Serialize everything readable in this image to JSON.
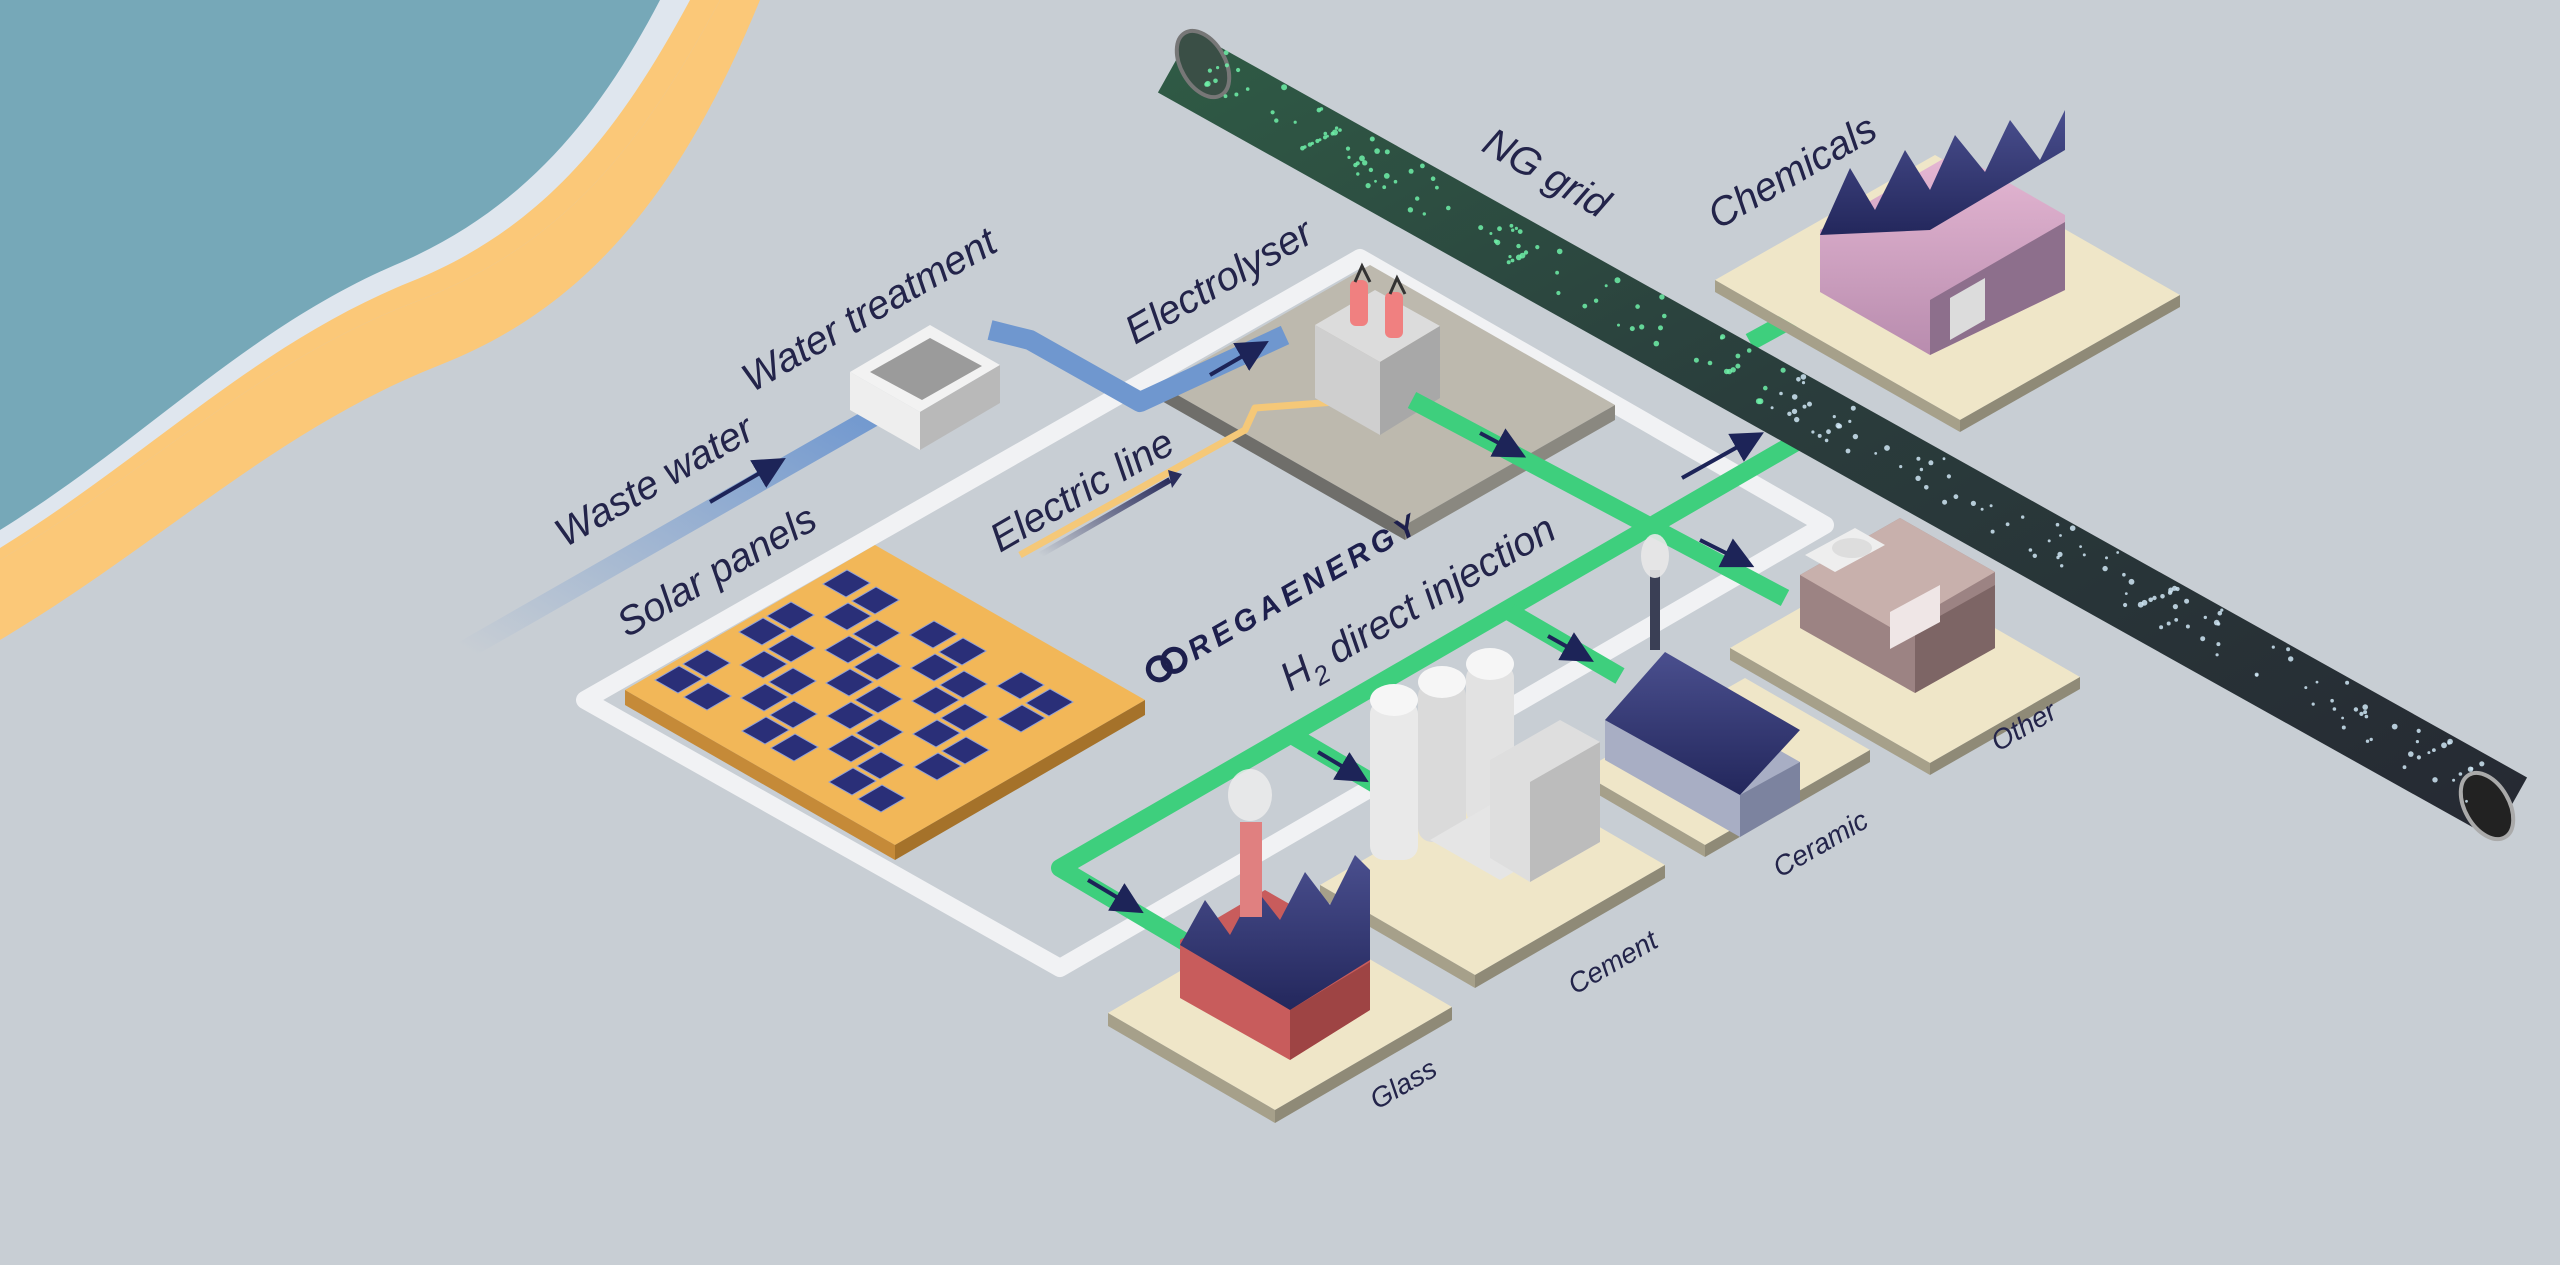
{
  "labels": {
    "waste_water": "Waste water",
    "water_treatment": "Water treatment",
    "electrolyser": "Electrolyser",
    "electric_line": "Electric line",
    "solar_panels": "Solar panels",
    "ng_grid": "NG grid",
    "chemicals": "Chemicals",
    "h2_prefix": "H",
    "h2_subscript": "2",
    "h2_suffix": " direct injection",
    "glass": "Glass",
    "cement": "Cement",
    "ceramic": "Ceramic",
    "other": "Other"
  },
  "logo": {
    "text": "REGAENERGY"
  },
  "colors": {
    "background": "#c8ced4",
    "sea": "#76a8b8",
    "sand": "#fbc878",
    "water_pipe": "#6f97cf",
    "electric_line": "#f5c878",
    "hydrogen_pipe": "#3ecf7d",
    "ng_pipe": "#2d3640",
    "text": "#23244a"
  },
  "icons": [
    "solar-panel-array",
    "water-treatment-tank",
    "electrolyser-unit",
    "natural-gas-pipeline",
    "chemicals-factory",
    "glass-factory",
    "cement-plant",
    "ceramic-factory",
    "other-building"
  ]
}
